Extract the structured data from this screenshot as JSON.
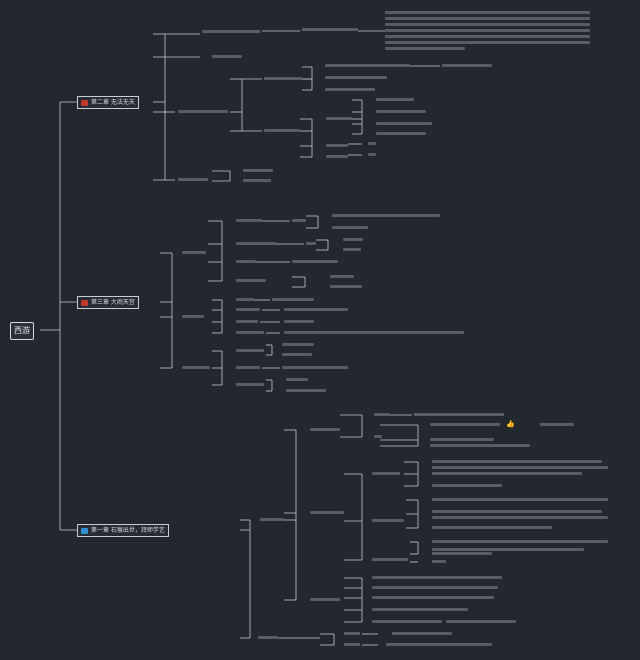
{
  "root": {
    "label": "西游"
  },
  "branches": [
    {
      "label": "第二章 无法无天",
      "icon_color": "#c0392b"
    },
    {
      "label": "第三章 大闹天宫",
      "icon_color": "#c0392b"
    },
    {
      "label": "第一章 石猴出世，拜师学艺",
      "icon_color": "#2f8fd0"
    }
  ],
  "emoji": "👍"
}
